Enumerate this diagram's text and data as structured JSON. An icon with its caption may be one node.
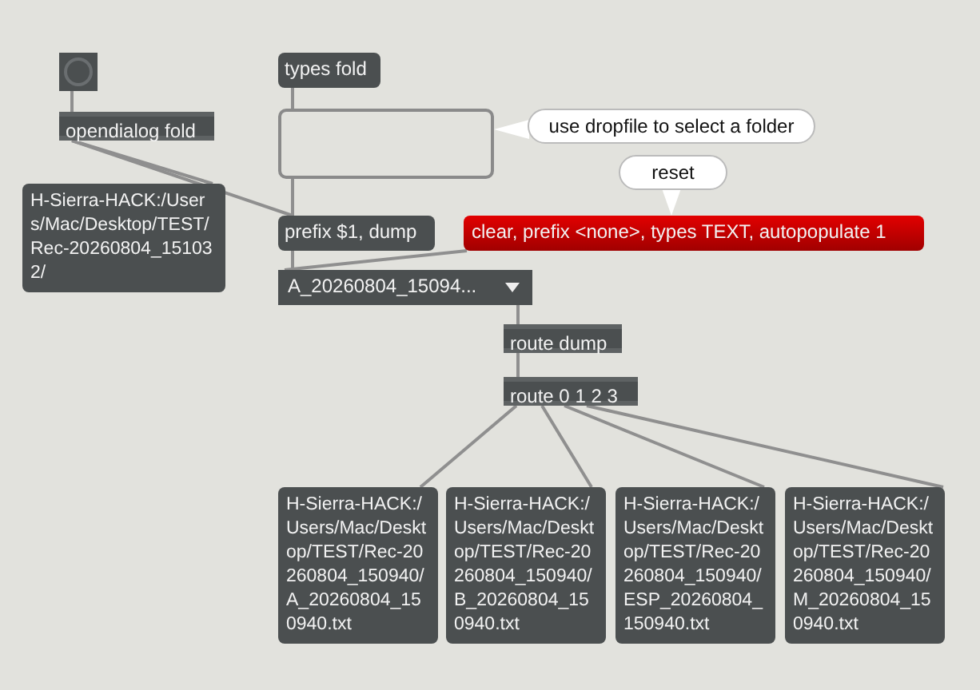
{
  "diagram": {
    "nodes": [
      {
        "text": [],
        "shape": "circle"
      },
      {
        "text": [
          "opendialog fold"
        ]
      },
      {
        "text": [
          "types fold"
        ]
      },
      {
        "text": [],
        "shape": "box"
      },
      {
        "text": [
          "use dropfile to select a folder"
        ]
      },
      {
        "text": [
          "reset"
        ]
      },
      {
        "text": [
          "H-Sierra-HACK:/Users/Mac/Desktop/TEST/Rec-20260804_151032/"
        ]
      },
      {
        "text": [
          "prefix $1, dump"
        ]
      },
      {
        "text": [
          "clear, prefix <none>, types TEXT, autopopulate 1"
        ]
      },
      {
        "text": [
          "A_20260804_15094..."
        ]
      },
      {
        "text": [
          "route dump"
        ]
      },
      {
        "text": [
          "route 0 1 2 3"
        ]
      },
      {
        "text": [
          "H-Sierra-HACK:/Users/Mac/Desktop/TEST/Rec-20260804_150940/A_20260804_150940.txt"
        ]
      },
      {
        "text": [
          "H-Sierra-HACK:/Users/Mac/Desktop/TEST/Rec-20260804_150940/B_20260804_150940.txt"
        ]
      },
      {
        "text": [
          "H-Sierra-HACK:/Users/Mac/Desktop/TEST/Rec-20260804_150940/ESP_20260804_150940.txt"
        ]
      },
      {
        "text": [
          "H-Sierra-HACK:/Users/Mac/Desktop/TEST/Rec-20260804_150940/M_20260804_150940.txt"
        ]
      }
    ],
    "edges": [
      {
        "from": 0,
        "to": 1,
        "arrow": "none"
      },
      {
        "from": 1,
        "to": 6,
        "arrow": "none"
      },
      {
        "from": 1,
        "to": 7,
        "arrow": "none"
      },
      {
        "from": 2,
        "to": 3,
        "arrow": "none"
      },
      {
        "from": 3,
        "to": 7,
        "arrow": "none"
      },
      {
        "from": 4,
        "to": 3,
        "arrow": "to"
      },
      {
        "from": 5,
        "to": 8,
        "arrow": "to"
      },
      {
        "from": 7,
        "to": 9,
        "arrow": "none"
      },
      {
        "from": 8,
        "to": 9,
        "arrow": "none"
      },
      {
        "from": 9,
        "to": 10,
        "arrow": "none"
      },
      {
        "from": 10,
        "to": 11,
        "arrow": "none"
      },
      {
        "from": 11,
        "to": 12,
        "arrow": "none"
      },
      {
        "from": 11,
        "to": 13,
        "arrow": "none"
      },
      {
        "from": 11,
        "to": 14,
        "arrow": "none"
      },
      {
        "from": 11,
        "to": 15,
        "arrow": "none"
      }
    ]
  }
}
